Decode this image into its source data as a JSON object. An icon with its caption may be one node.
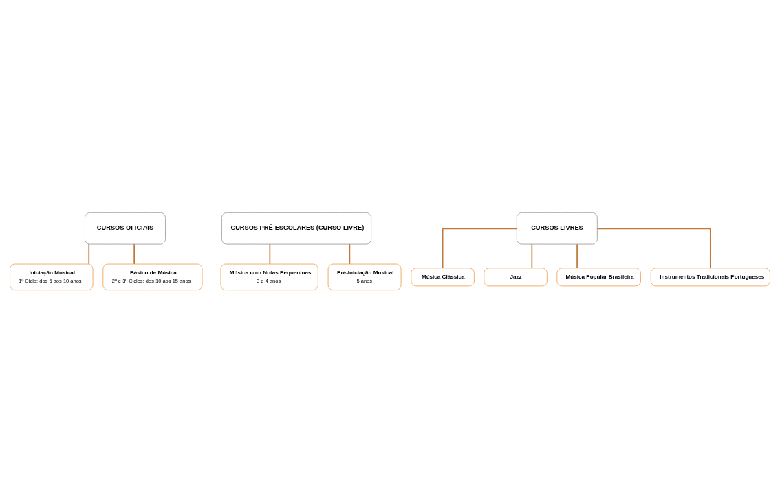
{
  "diagram": {
    "nodes": [
      {
        "text": [
          "CURSOS OFICIAIS"
        ]
      },
      {
        "text": [
          "Iniciação Musical",
          "1º Ciclo: dos 6 aos 10 anos"
        ]
      },
      {
        "text": [
          "Básico de Música",
          "2º e 3º Ciclos: dos 10 aos 15 anos"
        ]
      },
      {
        "text": [
          "CURSOS PRÉ-ESCOLARES (CURSO LIVRE)"
        ]
      },
      {
        "text": [
          "Música com Notas Pequeninas",
          "3 e 4 anos"
        ]
      },
      {
        "text": [
          "Pré-Iniciação Musical",
          "5 anos"
        ]
      },
      {
        "text": [
          "CURSOS LIVRES"
        ]
      },
      {
        "text": [
          "Música Clássica"
        ]
      },
      {
        "text": [
          "Jazz"
        ]
      },
      {
        "text": [
          "Música Popular Brasileira"
        ]
      },
      {
        "text": [
          "Instrumentos Tradicionais Portugueses"
        ]
      }
    ],
    "edges": [
      {
        "from": 0,
        "to": 1,
        "arrow": "none"
      },
      {
        "from": 0,
        "to": 2,
        "arrow": "none"
      },
      {
        "from": 3,
        "to": 4,
        "arrow": "none"
      },
      {
        "from": 3,
        "to": 5,
        "arrow": "none"
      },
      {
        "from": 6,
        "to": 7,
        "arrow": "none"
      },
      {
        "from": 6,
        "to": 8,
        "arrow": "none"
      },
      {
        "from": 6,
        "to": 9,
        "arrow": "none"
      },
      {
        "from": 6,
        "to": 10,
        "arrow": "none"
      }
    ]
  }
}
